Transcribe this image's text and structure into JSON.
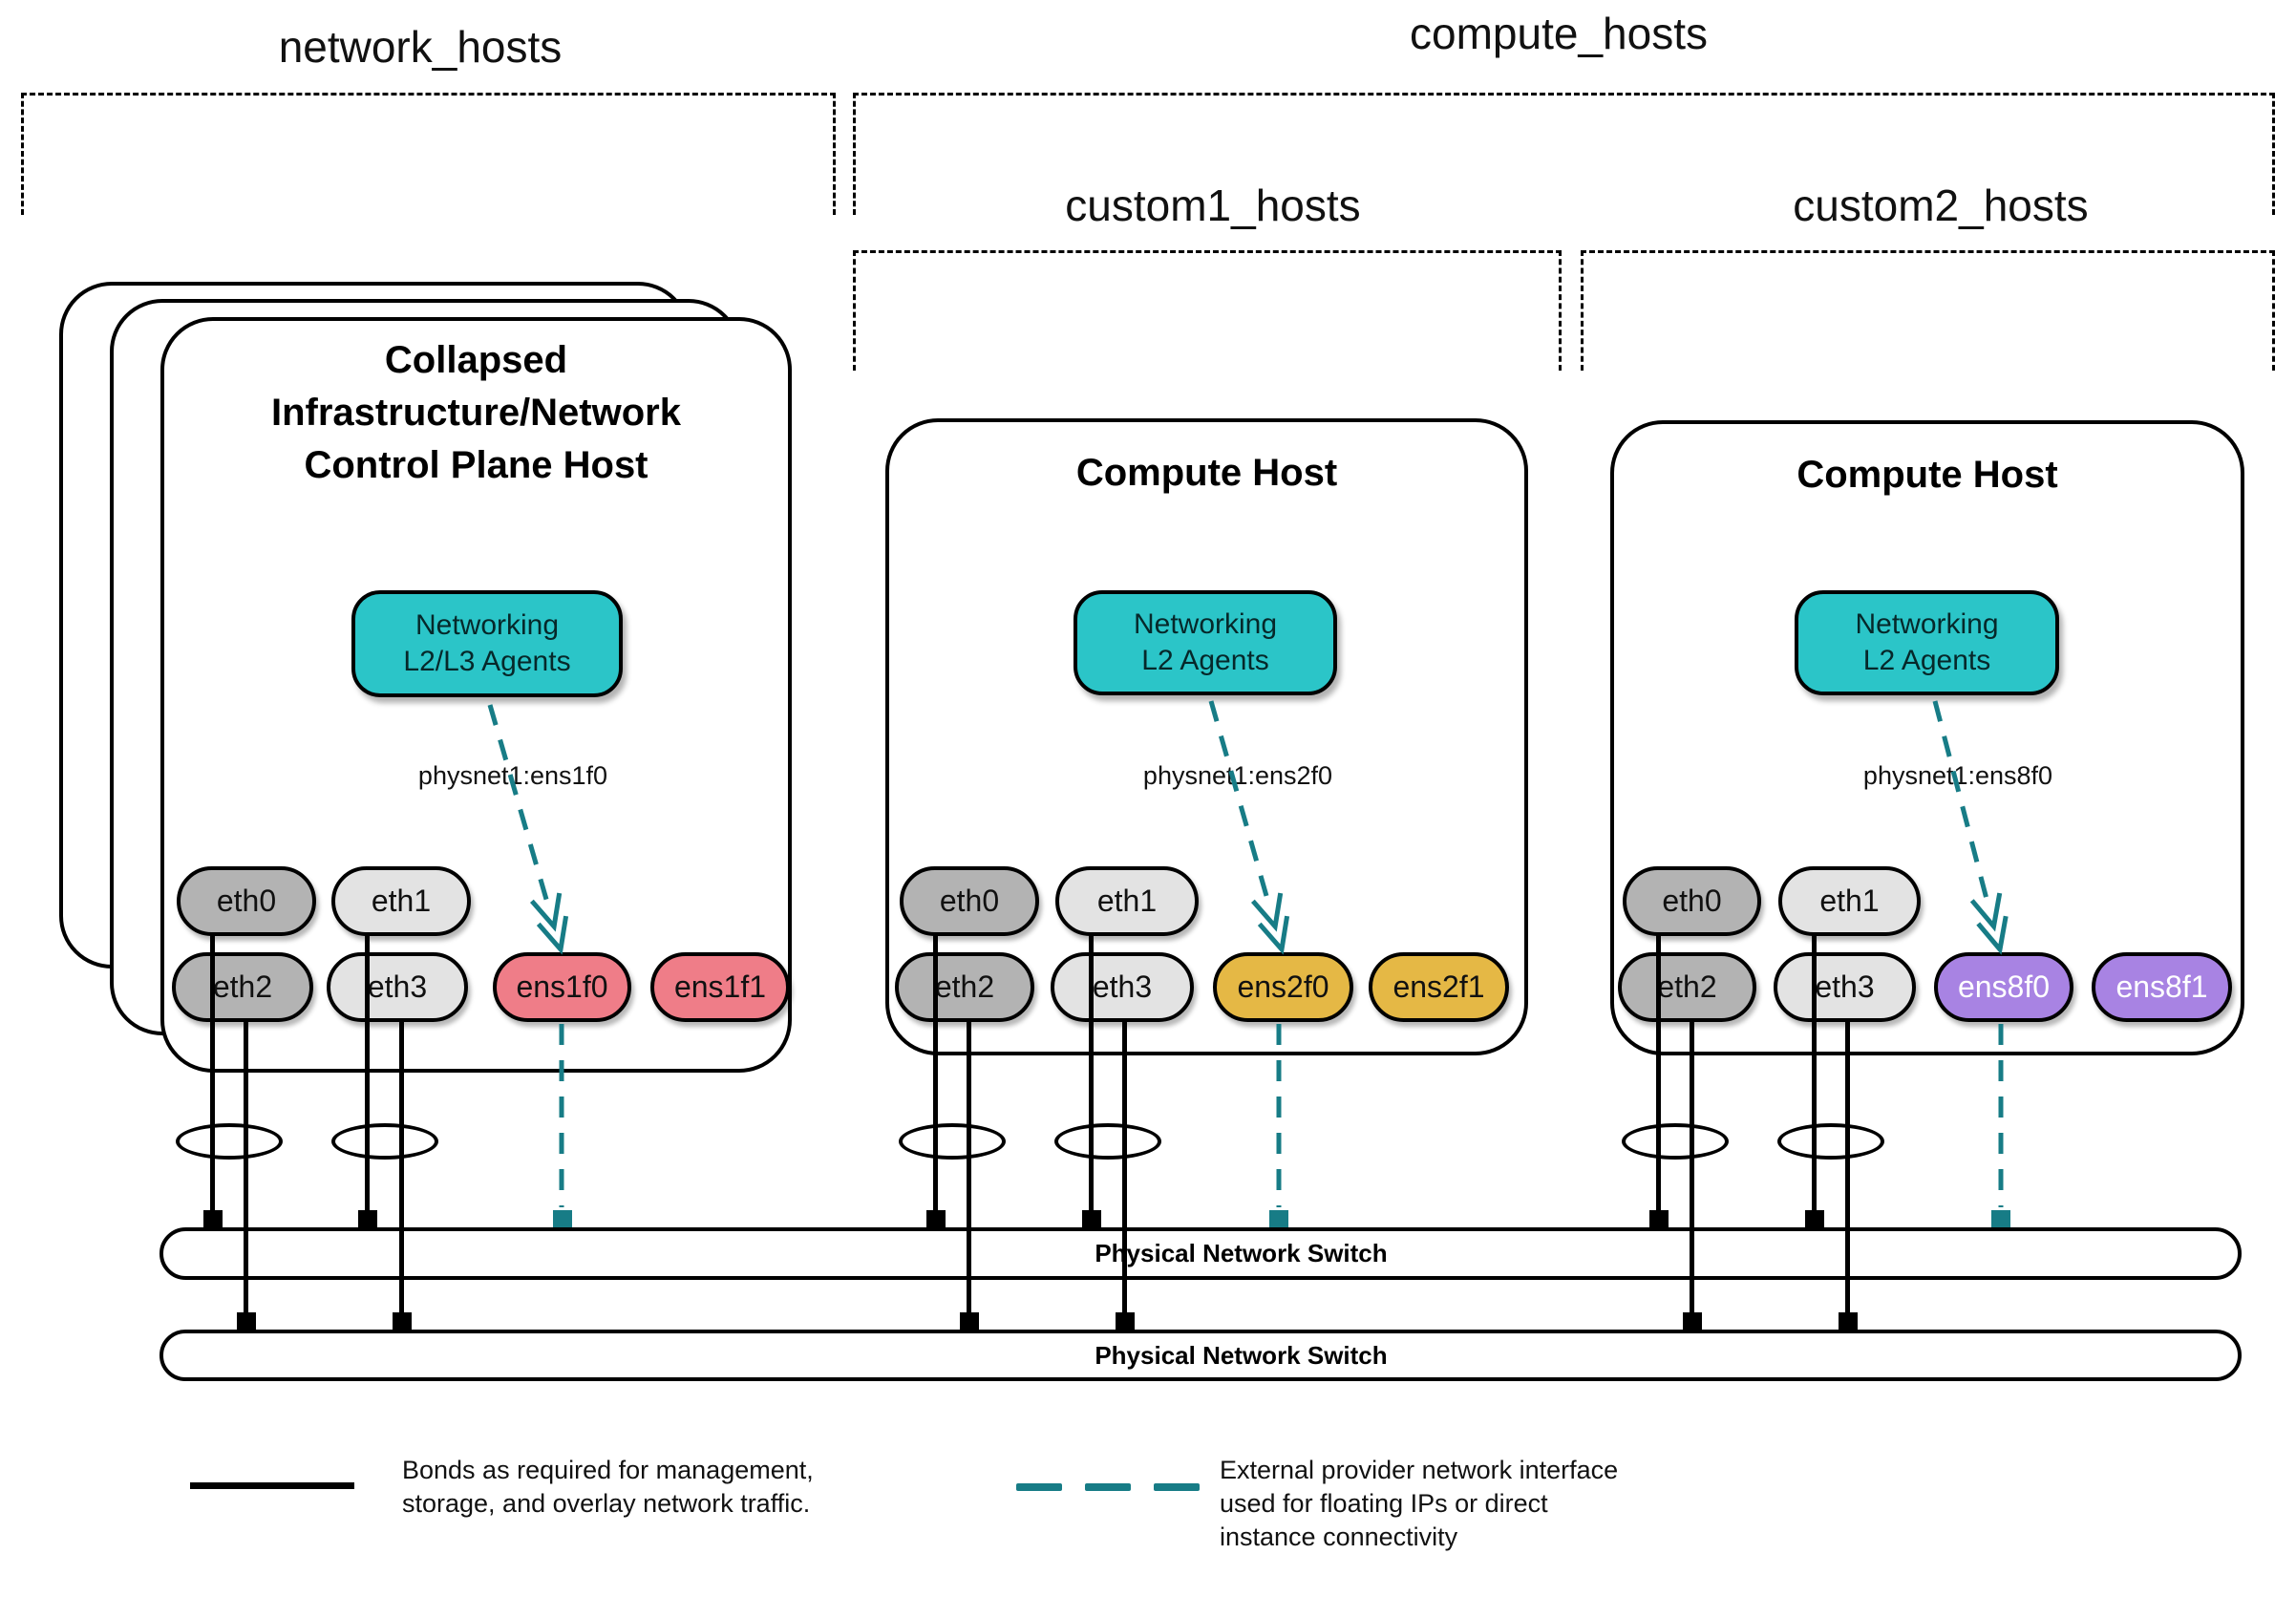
{
  "groups": {
    "network_hosts": "network_hosts",
    "compute_hosts": "compute_hosts",
    "custom1_hosts": "custom1_hosts",
    "custom2_hosts": "custom2_hosts"
  },
  "hosts": {
    "control": {
      "title_lines": [
        "Collapsed",
        "Infrastructure/Network",
        "Control Plane Host"
      ],
      "agent_lines": [
        "Networking",
        "L2/L3 Agents"
      ],
      "physnet_label": "physnet1:ens1f0",
      "nics": {
        "row1": [
          "eth0",
          "eth1"
        ],
        "row2": [
          "eth2",
          "eth3",
          "ens1f0",
          "ens1f1"
        ]
      }
    },
    "compute1": {
      "title": "Compute Host",
      "agent_lines": [
        "Networking",
        "L2 Agents"
      ],
      "physnet_label": "physnet1:ens2f0",
      "nics": {
        "row1": [
          "eth0",
          "eth1"
        ],
        "row2": [
          "eth2",
          "eth3",
          "ens2f0",
          "ens2f1"
        ]
      }
    },
    "compute2": {
      "title": "Compute Host",
      "agent_lines": [
        "Networking",
        "L2 Agents"
      ],
      "physnet_label": "physnet1:ens8f0",
      "nics": {
        "row1": [
          "eth0",
          "eth1"
        ],
        "row2": [
          "eth2",
          "eth3",
          "ens8f0",
          "ens8f1"
        ]
      }
    }
  },
  "switches": [
    {
      "label": "Physical Network Switch"
    },
    {
      "label": "Physical Network Switch"
    }
  ],
  "legend": {
    "bond": {
      "lines": [
        "Bonds as required for management,",
        "storage, and overlay network traffic."
      ]
    },
    "provider": {
      "lines": [
        "External provider network interface",
        "used for floating IPs or direct",
        "instance connectivity"
      ]
    }
  },
  "colors": {
    "agent_teal": "#2BC5C8",
    "provider_teal": "#177C86",
    "nic_gray_dark": "#B3B3B3",
    "nic_gray_light": "#E3E3E3",
    "provider_nic_pink": "#EF7D88",
    "provider_nic_gold": "#E5B845",
    "provider_nic_purple": "#A883E3"
  }
}
